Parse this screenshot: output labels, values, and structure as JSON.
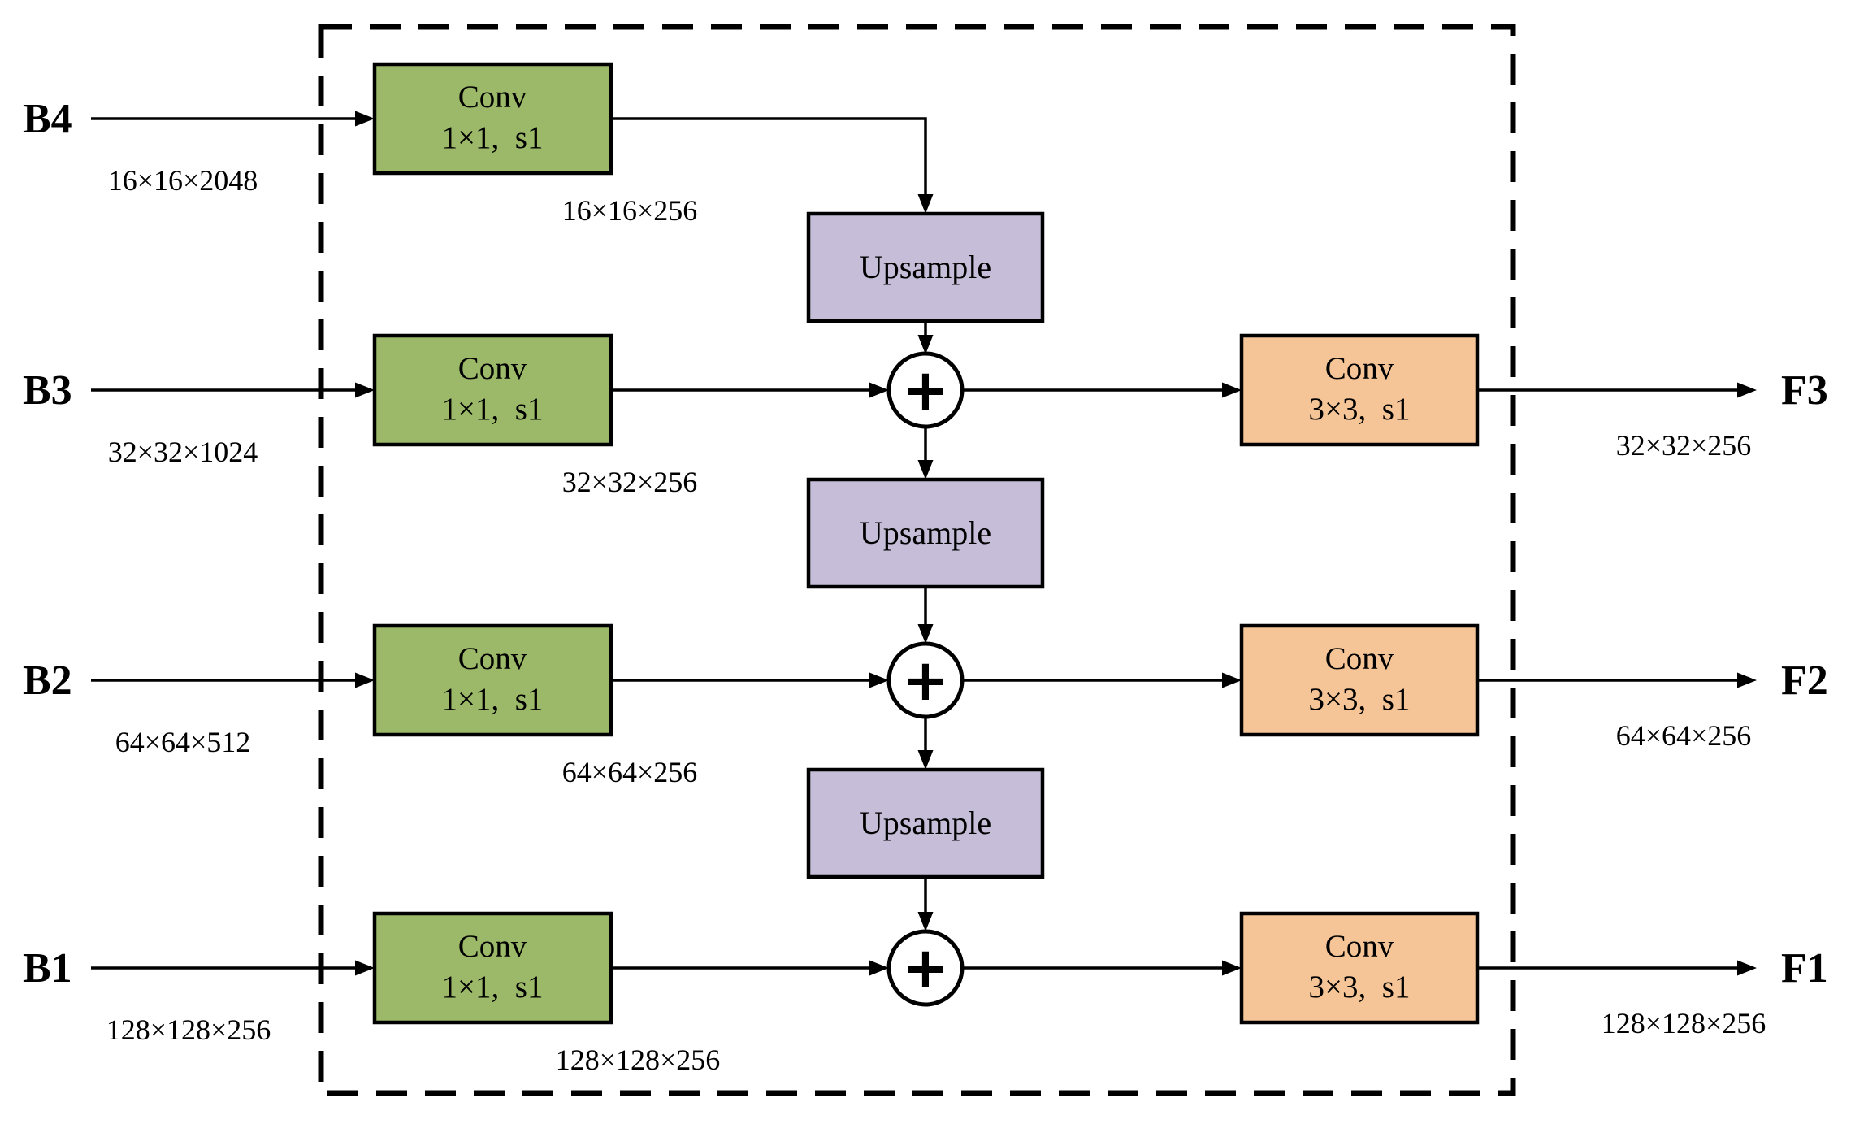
{
  "figure": {
    "colors": {
      "conv1x1_fill": "#9BB968",
      "conv3x3_fill": "#F6C597",
      "upsample_fill": "#C6BED8",
      "line": "#000000",
      "background": "#FFFFFF"
    },
    "nodes": {
      "conv1x1": {
        "line1": "Conv",
        "line2": "1×1,  s1"
      },
      "conv3x3": {
        "line1": "Conv",
        "line2": "3×3,  s1"
      },
      "upsample": {
        "label": "Upsample"
      },
      "plus_icon": "+"
    },
    "rows": [
      {
        "input_label": "B4",
        "input_dim": "16×16×2048",
        "conv_out_dim": "16×16×256"
      },
      {
        "input_label": "B3",
        "input_dim": "32×32×1024",
        "conv_out_dim": "32×32×256",
        "output_label": "F3",
        "output_dim": "32×32×256"
      },
      {
        "input_label": "B2",
        "input_dim": "64×64×512",
        "conv_out_dim": "64×64×256",
        "output_label": "F2",
        "output_dim": "64×64×256"
      },
      {
        "input_label": "B1",
        "input_dim": "128×128×256",
        "conv_out_dim": "128×128×256",
        "output_label": "F1",
        "output_dim": "128×128×256"
      }
    ]
  }
}
